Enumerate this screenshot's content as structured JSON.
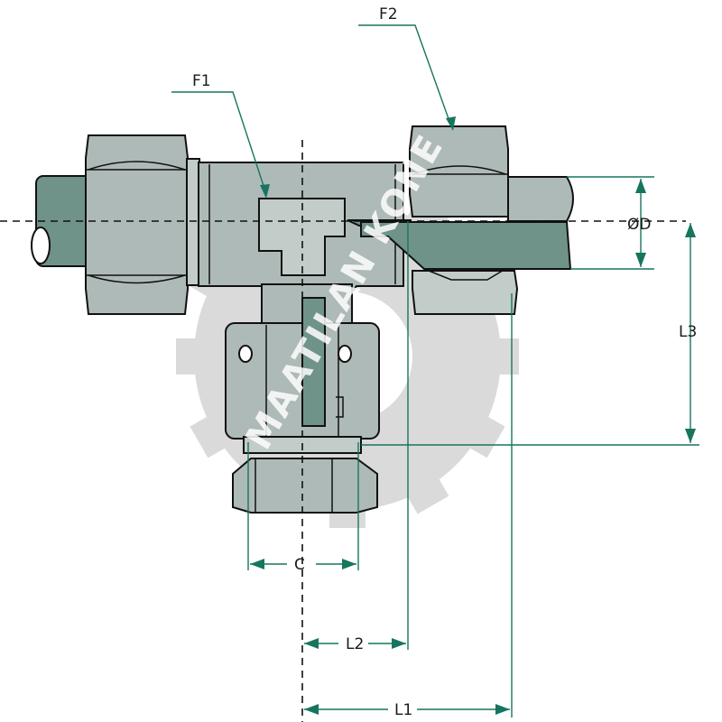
{
  "labels": {
    "f1": "F1",
    "f2": "F2",
    "od": "ØD",
    "l3": "L3",
    "c": "C",
    "l2": "L2",
    "l1": "L1"
  },
  "watermark": {
    "text": "MAATILAN KONE"
  },
  "colors": {
    "metal": "#aebab7",
    "pipe": "#6f9389",
    "dimension": "#17755f",
    "watermark": "#d8d8d8"
  }
}
